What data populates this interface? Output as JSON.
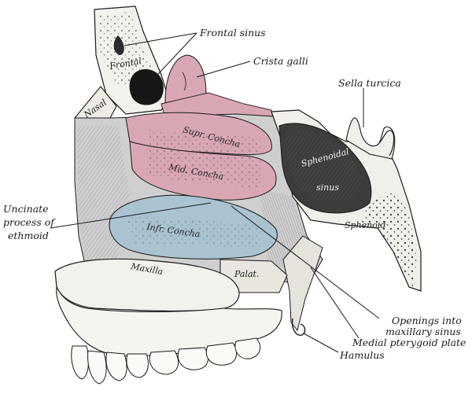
{
  "labels": {
    "frontal_sinus": "Frontal sinus",
    "crista_galli": "Crista galli",
    "sella_turcica": "Sella turcica",
    "uncinate_1": "Uncinate",
    "uncinate_2": "process of",
    "uncinate_3": "ethmoid",
    "openings_1": "Openings into",
    "openings_2": "maxillary sinus",
    "medial_pterygoid_plate": "Medial pterygoid plate",
    "hamulus": "Hamulus"
  },
  "bone_labels": {
    "frontal": "Frontal",
    "nasal": "Nasal",
    "supr_concha": "Supr. Concha",
    "mid_concha": "Mid. Concha",
    "infr_concha": "Infr. Concha",
    "sphenoidal_sinus_1": "Sphenoidal",
    "sphenoidal_sinus_2": "sinus",
    "sphenoid": "Sphenoid",
    "maxilla": "Maxilla",
    "palat": "Palat."
  },
  "colors": {
    "pink_concha": "#d9a7b4",
    "blue_concha": "#a9c3d0",
    "bone_fill": "#f3f1ec",
    "shade": "#b8b8b8",
    "dark": "#2a2a2a"
  }
}
